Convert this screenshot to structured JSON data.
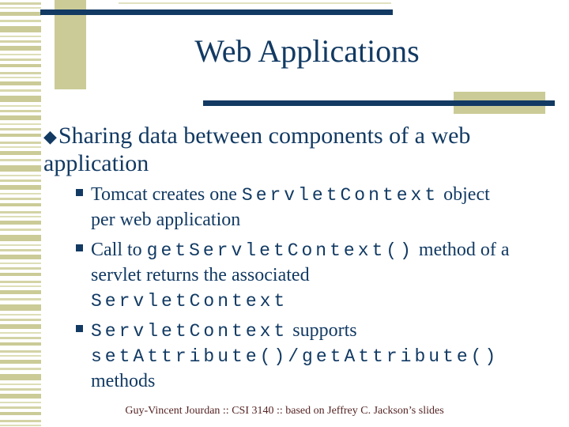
{
  "slide": {
    "title": "Web Applications",
    "footer": "Guy-Vincent Jourdan :: CSI 3140 :: based on Jeffrey C. Jackson’s slides",
    "colors": {
      "navy": "#123a63",
      "tan": "#cbcb98",
      "tan_light": "#e2e2c2",
      "footer_maroon": "#552323",
      "background": "#ffffff"
    },
    "bullets": [
      {
        "level": 1,
        "glyph": "◆",
        "glyph_name": "diamond-bullet-icon",
        "lines": [
          [
            {
              "t": "Sharing data between components of a web"
            }
          ],
          [
            {
              "t": "application"
            }
          ]
        ]
      },
      {
        "level": 2,
        "glyph": "▪",
        "glyph_name": "square-bullet-icon",
        "lines": [
          [
            {
              "t": "Tomcat creates one "
            },
            {
              "t": "ServletContext",
              "mono": true
            },
            {
              "t": " object"
            }
          ],
          [
            {
              "t": "per web application"
            }
          ]
        ]
      },
      {
        "level": 2,
        "glyph": "▪",
        "glyph_name": "square-bullet-icon",
        "lines": [
          [
            {
              "t": "Call to "
            },
            {
              "t": "getServletContext()",
              "mono": true
            },
            {
              "t": " method of a"
            }
          ],
          [
            {
              "t": "servlet returns the associated"
            }
          ],
          [
            {
              "t": "ServletContext",
              "mono": true
            }
          ]
        ]
      },
      {
        "level": 2,
        "glyph": "▪",
        "glyph_name": "square-bullet-icon",
        "lines": [
          [
            {
              "t": "ServletContext",
              "mono": true
            },
            {
              "t": " supports"
            }
          ],
          [
            {
              "t": "setAttribute()/getAttribute()",
              "mono": true
            }
          ],
          [
            {
              "t": "methods"
            }
          ]
        ]
      }
    ]
  }
}
